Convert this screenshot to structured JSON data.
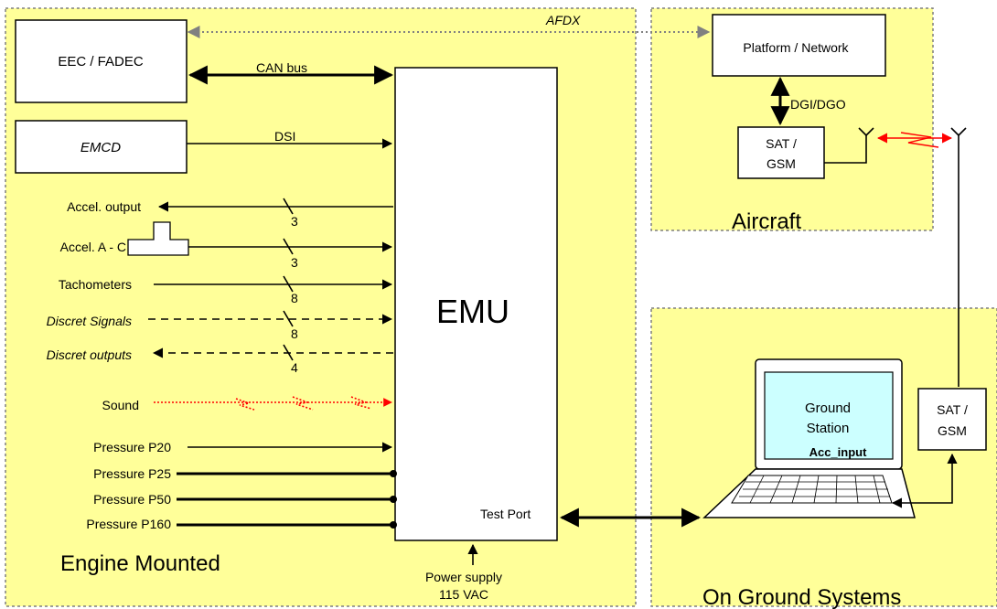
{
  "zones": {
    "engine": "Engine Mounted",
    "aircraft": "Aircraft",
    "ground": "On Ground Systems"
  },
  "boxes": {
    "eec": "EEC / FADEC",
    "emcd": "EMCD",
    "emu": "EMU",
    "platform": "Platform / Network",
    "sat_aircraft": [
      "SAT /",
      "GSM"
    ],
    "sat_ground": [
      "SAT /",
      "GSM"
    ],
    "ground_station": [
      "Ground",
      "Station"
    ],
    "acc_input": "Acc_input"
  },
  "connections": {
    "afdx": "AFDX",
    "can_bus": "CAN bus",
    "dsi": "DSI",
    "dgi": "DGI/DGO",
    "test_port": "Test Port",
    "power_supply": [
      "Power supply",
      "115 VAC"
    ]
  },
  "signals": [
    {
      "label": "Accel. output",
      "count": "3",
      "italic": false
    },
    {
      "label": "Accel. A - C",
      "count": "3",
      "italic": false
    },
    {
      "label": "Tachometers",
      "count": "8",
      "italic": false
    },
    {
      "label": "Discret Signals",
      "count": "8",
      "italic": true
    },
    {
      "label": "Discret outputs",
      "count": "4",
      "italic": true
    },
    {
      "label": "Sound",
      "count": "",
      "italic": false
    },
    {
      "label": "Pressure P20",
      "count": "",
      "italic": false
    },
    {
      "label": "Pressure P25",
      "count": "",
      "italic": false
    },
    {
      "label": "Pressure P50",
      "count": "",
      "italic": false
    },
    {
      "label": "Pressure P160",
      "count": "",
      "italic": false
    }
  ],
  "colors": {
    "zone_fill": "#ffff99",
    "screen_fill": "#ccffff",
    "wireless": "#ff0000"
  }
}
